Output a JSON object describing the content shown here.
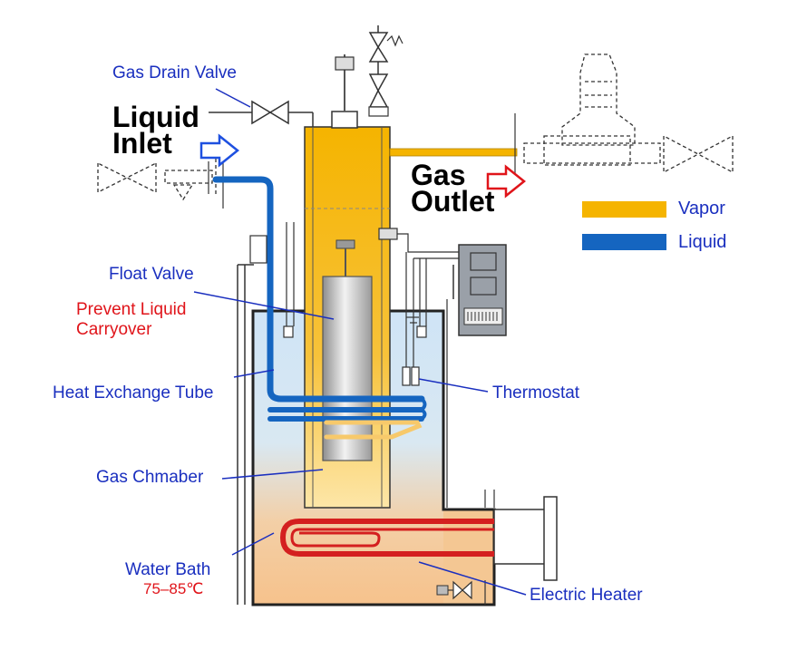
{
  "labels": {
    "gas_drain_valve": "Gas Drain Valve",
    "liquid_inlet_1": "Liquid",
    "liquid_inlet_2": "Inlet",
    "gas_outlet_1": "Gas",
    "gas_outlet_2": "Outlet",
    "float_valve": "Float Valve",
    "prevent_1": "Prevent Liquid",
    "prevent_2": "Carryover",
    "heat_exchange_tube": "Heat Exchange Tube",
    "gas_chamber": "Gas Chmaber",
    "water_bath": "Water Bath",
    "water_temp": "75–85℃",
    "thermostat": "Thermostat",
    "electric_heater": "Electric Heater"
  },
  "legend": {
    "items": [
      {
        "label": "Vapor",
        "color": "#f5b400"
      },
      {
        "label": "Liquid",
        "color": "#1565c0"
      }
    ]
  },
  "colors": {
    "label_blue": "#1a2fbf",
    "label_red": "#e0141a",
    "vapor": "#f5b400",
    "liquid": "#1565c0",
    "heater": "#d41f1f",
    "arrow_blue": "#1e50e0",
    "arrow_red": "#e0141a"
  }
}
